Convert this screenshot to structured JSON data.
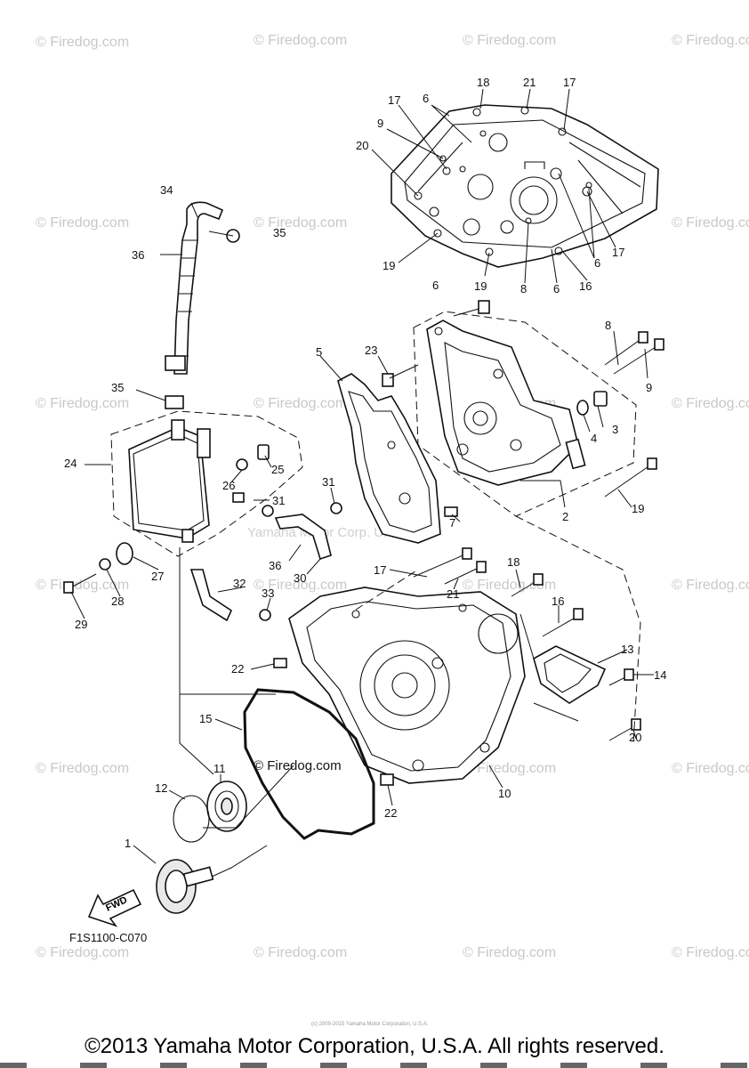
{
  "watermark": "© Firedog.com",
  "center_watermark": "© Firedog.com",
  "faint_watermark": "Yamaha Motor Corp. U.S.A.",
  "small_credit": "(c) 2000-2015 Yamaha Motor Corporation, U.S.A.",
  "diagram_code": "F1S1100-C070",
  "fwd_label": "FWD",
  "copyright": "©2013 Yamaha Motor Corporation, U.S.A. All rights reserved.",
  "callouts": {
    "c1": "1",
    "c2": "2",
    "c3": "3",
    "c4": "4",
    "c5": "5",
    "c6a": "6",
    "c6b": "6",
    "c6c": "6",
    "c6d": "6",
    "c7": "7",
    "c8a": "8",
    "c8b": "8",
    "c9a": "9",
    "c9b": "9",
    "c10": "10",
    "c11": "11",
    "c12": "12",
    "c13": "13",
    "c14": "14",
    "c15": "15",
    "c16a": "16",
    "c16b": "16",
    "c17a": "17",
    "c17b": "17",
    "c17c": "17",
    "c17d": "17",
    "c18a": "18",
    "c18b": "18",
    "c19a": "19",
    "c19b": "19",
    "c19c": "19",
    "c20a": "20",
    "c20b": "20",
    "c21a": "21",
    "c21b": "21",
    "c22a": "22",
    "c22b": "22",
    "c23": "23",
    "c24": "24",
    "c25": "25",
    "c26": "26",
    "c27": "27",
    "c28": "28",
    "c29": "29",
    "c30": "30",
    "c31a": "31",
    "c31b": "31",
    "c32": "32",
    "c33": "33",
    "c34": "34",
    "c35a": "35",
    "c35b": "35",
    "c36a": "36",
    "c36b": "36"
  }
}
